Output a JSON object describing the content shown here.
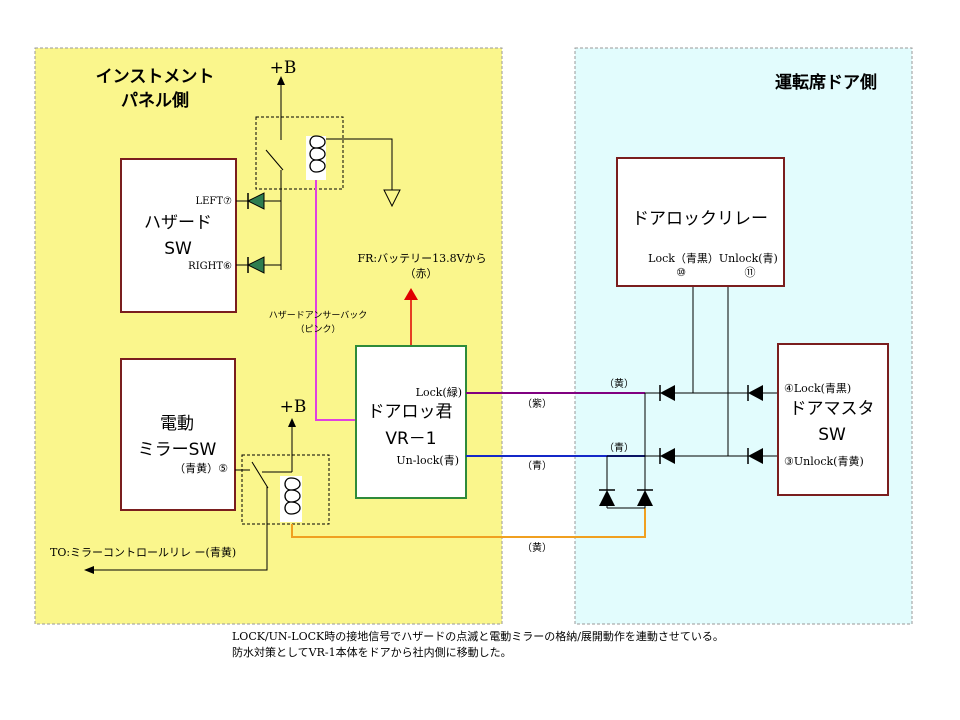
{
  "regions": {
    "panel_title_1": "インストメント",
    "panel_title_2": "パネル側",
    "door_title": "運転席ドア側"
  },
  "power": {
    "plus_b_top": "+B",
    "plus_b_bottom": "+B"
  },
  "hazard_sw": {
    "label_1": "ハザード",
    "label_2": "SW",
    "left_pin": "LEFT⑦",
    "right_pin": "RIGHT⑥"
  },
  "mirror_sw": {
    "label_1": "電動",
    "label_2": "ミラーSW",
    "pin": "（青黄）⑤"
  },
  "battery": {
    "line_1": "FR:バッテリー13.8Vから",
    "line_2": "（赤）"
  },
  "answer_back": {
    "line_1": "ハザードアンサーバック",
    "line_2": "（ピンク）"
  },
  "vr1": {
    "label_1": "ドアロッ君",
    "label_2": "VR－1",
    "lock_pin": "Lock(緑)",
    "unlock_pin": "Un-lock(青)"
  },
  "wires": {
    "purple": "（紫）",
    "blue": "（青）",
    "yellow_top": "（黄）",
    "blue_right": "（青）",
    "yellow_bottom": "（黄）"
  },
  "mirror_output": "TO:ミラーコントロールリレ ー(青黄)",
  "door_lock_relay": {
    "label": "ドアロックリレー",
    "pins": "Lock（青黒）Unlock(青)",
    "pin_lock_no": "⑩",
    "pin_unlock_no": "⑪"
  },
  "door_master_sw": {
    "label_1": "ドアマスタ",
    "label_2": "SW",
    "lock_pin": "④Lock(青黒)",
    "unlock_pin": "③Unlock(青黄)"
  },
  "notes": [
    "LOCK/UN-LOCK時の接地信号でハザードの点滅と電動ミラーの格納/展開動作を連動させている。",
    "防水対策としてVR-1本体をドアから社内側に移動した。"
  ],
  "colors": {
    "panel_bg": "#FAF68C",
    "door_bg": "#E2FCFD",
    "box_border": "#7A1E1E",
    "vr1_border": "#2E8B3A",
    "wire_pink": "#E040E0",
    "wire_purple": "#800080",
    "wire_blue": "#1428C8",
    "wire_orange": "#F0A020",
    "wire_red": "#E00000",
    "led_green": "#2E7D4F"
  }
}
